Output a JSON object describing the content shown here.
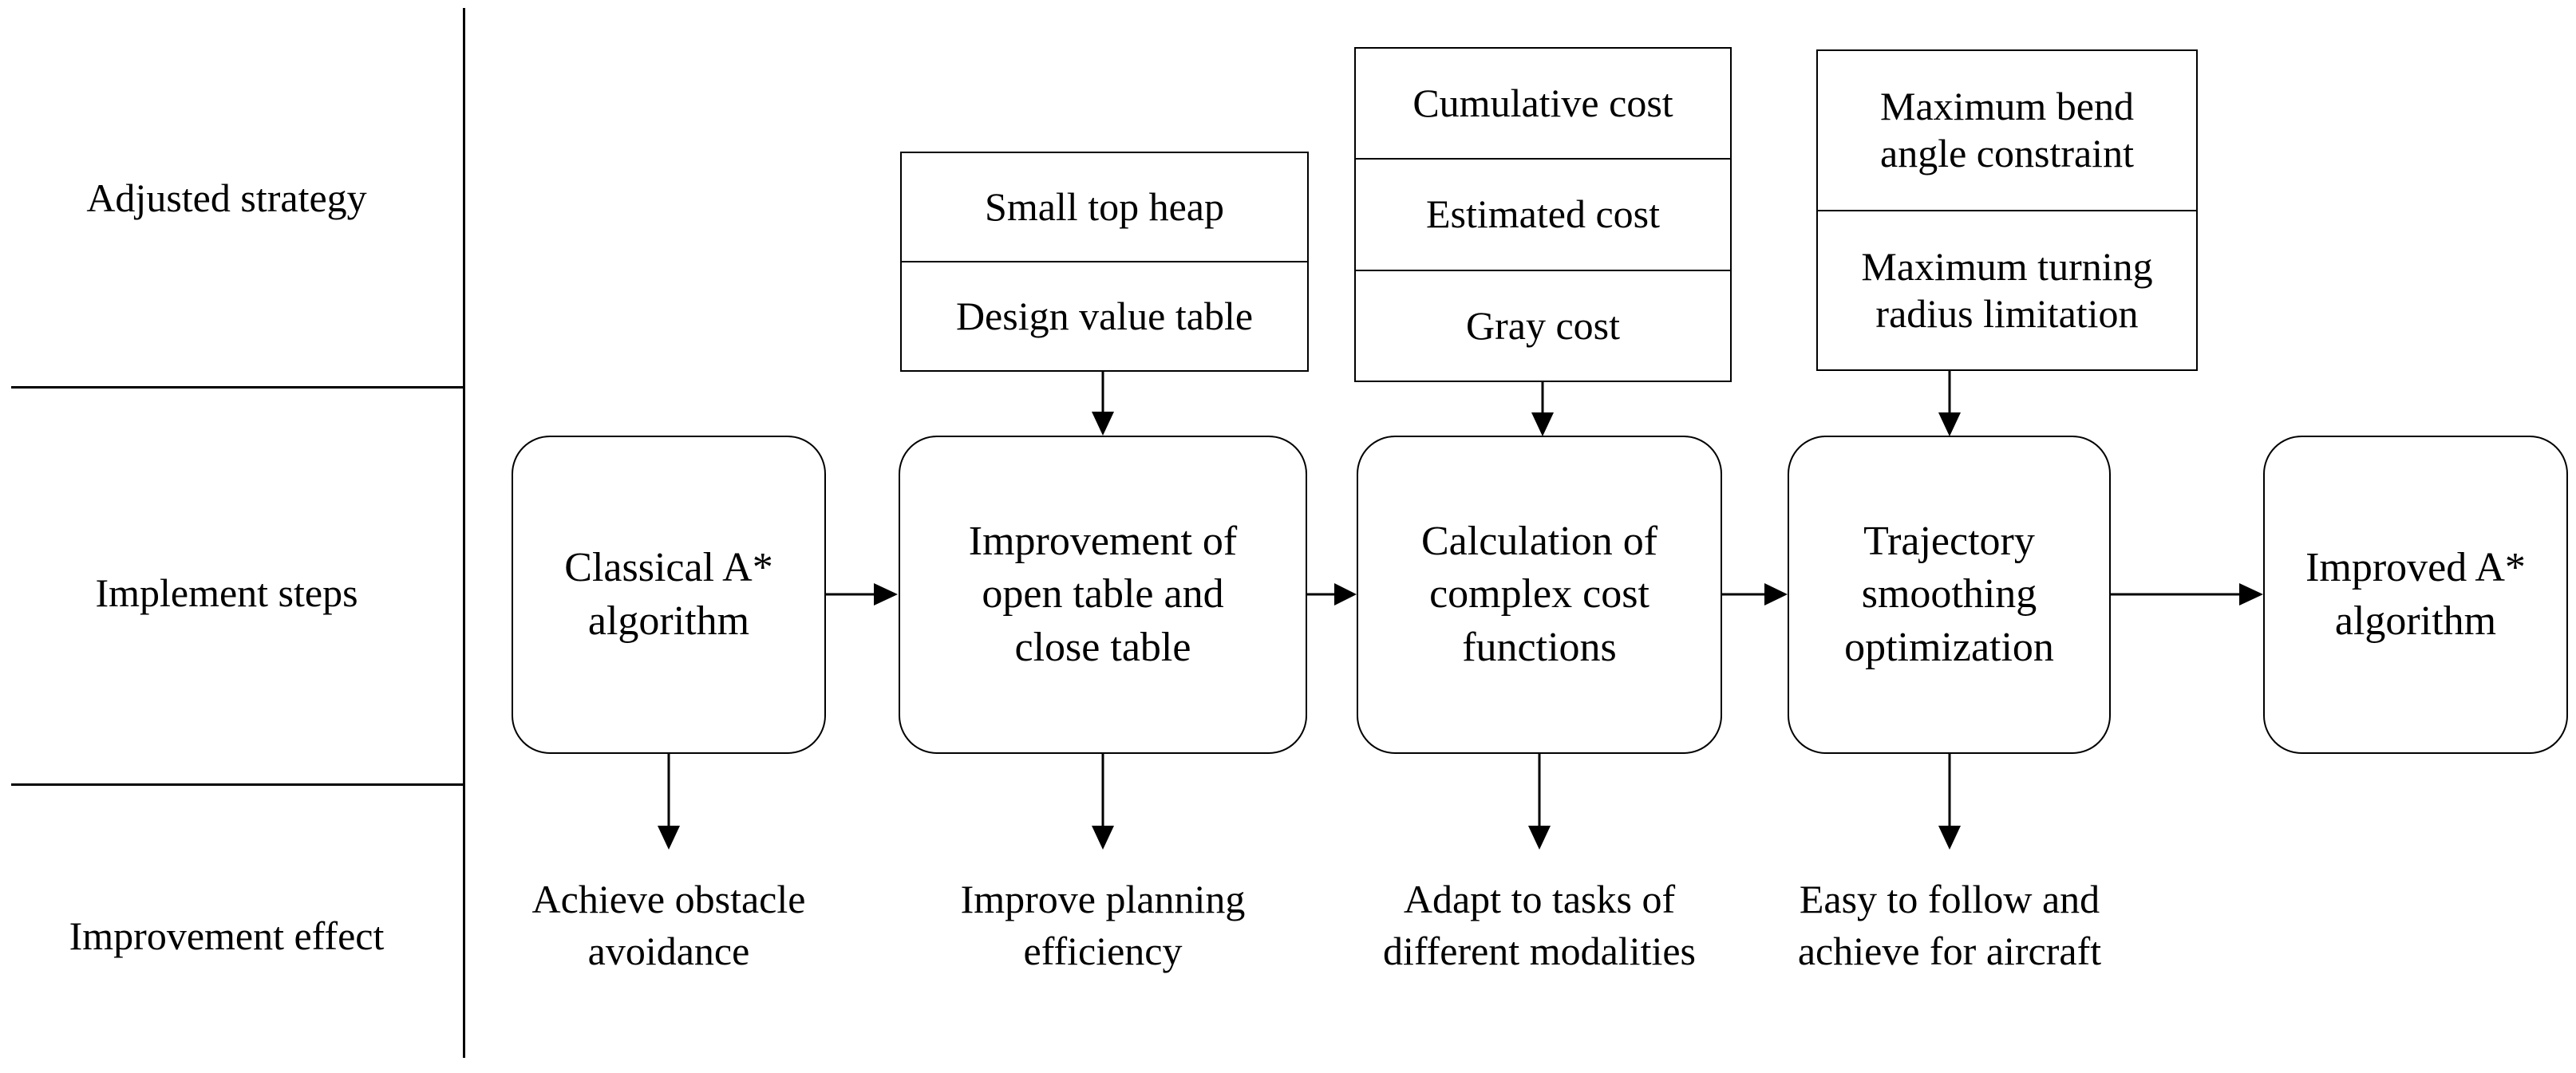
{
  "diagram": {
    "row_labels": [
      {
        "id": "adjusted-strategy",
        "text": "Adjusted strategy"
      },
      {
        "id": "implement-steps",
        "text": "Implement steps"
      },
      {
        "id": "improvement-effect",
        "text": "Improvement effect"
      }
    ],
    "strategy_groups": [
      {
        "id": "open-close-table-strategy",
        "items": [
          "Small top heap",
          "Design value table"
        ]
      },
      {
        "id": "cost-function-strategy",
        "items": [
          "Cumulative cost",
          "Estimated cost",
          "Gray cost"
        ]
      },
      {
        "id": "trajectory-constraint-strategy",
        "items": [
          "Maximum bend\nangle constraint",
          "Maximum turning\nradius limitation"
        ]
      }
    ],
    "steps": [
      {
        "id": "classical-a-star",
        "text": "Classical A*\nalgorithm"
      },
      {
        "id": "improve-open-close-table",
        "text": "Improvement of\nopen table and\nclose table"
      },
      {
        "id": "calculate-cost-functions",
        "text": "Calculation of\ncomplex cost\nfunctions"
      },
      {
        "id": "trajectory-smoothing",
        "text": "Trajectory\nsmoothing\noptimization"
      },
      {
        "id": "improved-a-star",
        "text": "Improved A*\nalgorithm"
      }
    ],
    "effects": [
      {
        "id": "obstacle-avoidance",
        "text": "Achieve obstacle\navoidance"
      },
      {
        "id": "planning-efficiency",
        "text": "Improve planning\nefficiency"
      },
      {
        "id": "task-modalities",
        "text": "Adapt to tasks of\ndifferent modalities"
      },
      {
        "id": "aircraft-feasibility",
        "text": "Easy to follow and\nachieve for aircraft"
      }
    ],
    "colors": {
      "line": "#000000",
      "background": "#ffffff",
      "text": "#000000"
    }
  }
}
